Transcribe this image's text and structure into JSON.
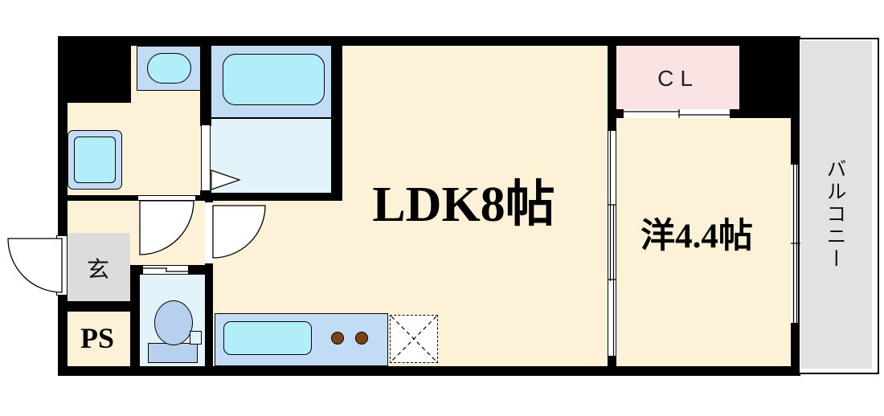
{
  "rooms": {
    "ldk": {
      "label": "LDK8帖"
    },
    "western": {
      "label": "洋4.4帖"
    },
    "closet": {
      "label": "CL"
    },
    "entrance": {
      "label": "玄"
    },
    "pipe_space": {
      "label": "PS"
    },
    "balcony": {
      "label": "バルコニー"
    }
  },
  "fixtures": [
    "washbasin",
    "washing-machine-pan",
    "bathtub",
    "bath-folding-door",
    "toilet",
    "kitchen-counter",
    "kitchen-sink",
    "stove-burner",
    "stove-burner",
    "refrigerator-space",
    "entrance-door",
    "hallway-door",
    "ldk-door",
    "closet-sliding-door",
    "room-sliding-partition",
    "balcony-window"
  ],
  "colors": {
    "wall_black": "#000000",
    "room_floor_beige": "#fdf1d7",
    "closet_pink": "#fae3e3",
    "wet_area_blue": "#c2dcf5",
    "fixture_cyan": "#b2eefa",
    "tile_pale_cyan": "#e2f4fa",
    "toilet_periwinkle": "#b7d0ee",
    "balcony_gray": "#e2e2e2",
    "entrance_gray": "#dcdcdc",
    "burner_brown": "#7b4213"
  }
}
